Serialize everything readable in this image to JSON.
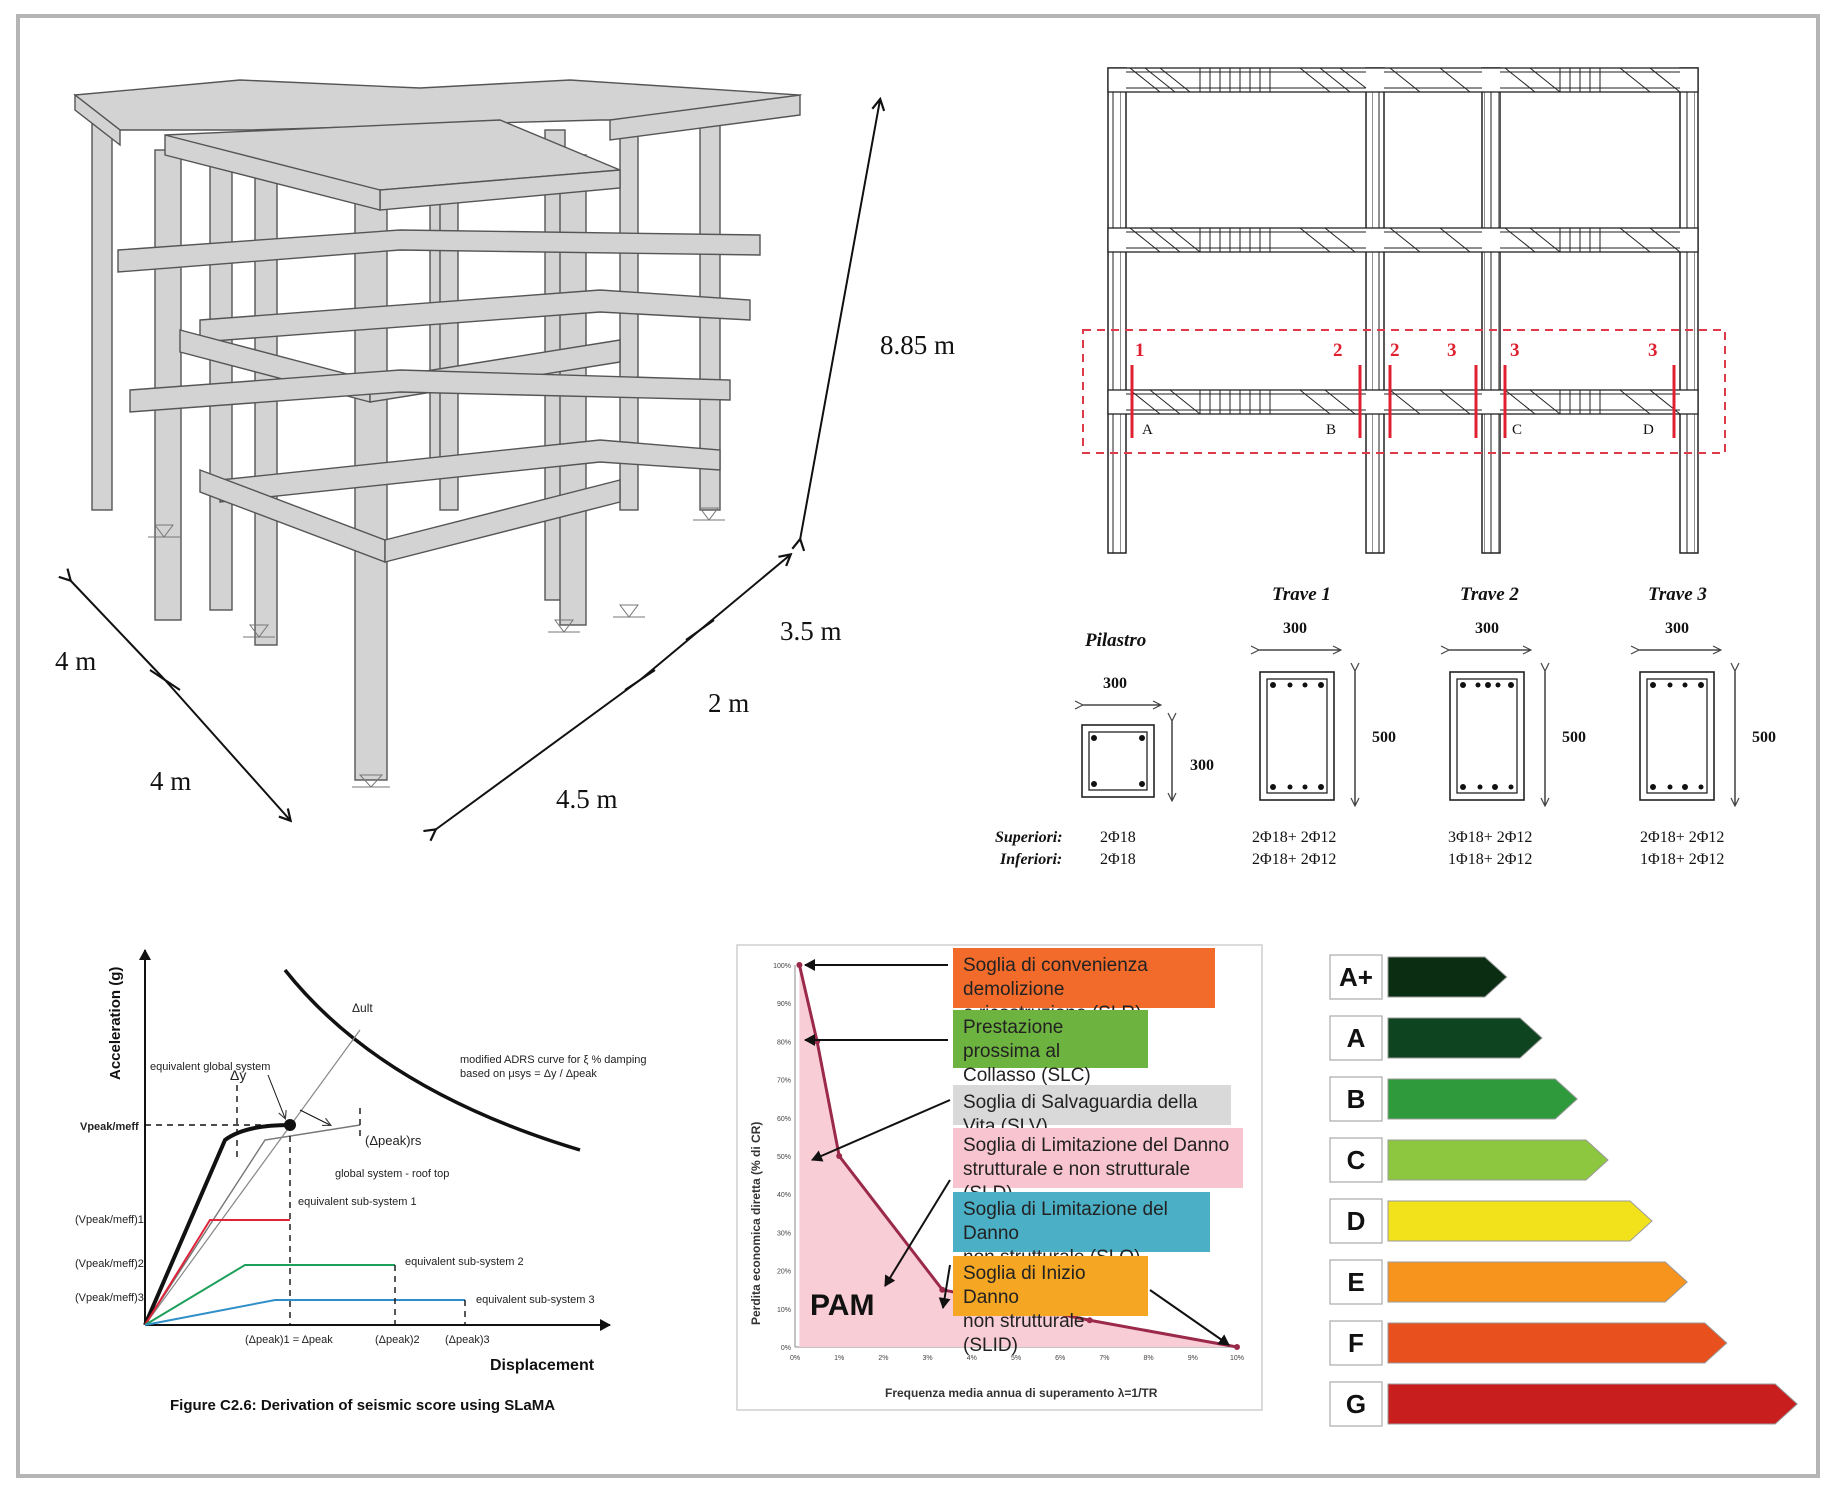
{
  "frame_3d": {
    "dims": {
      "height": "8.85 m",
      "a": "4 m",
      "b": "4 m",
      "c": "3.5 m",
      "d": "2 m",
      "e": "4.5 m"
    }
  },
  "frame_2d": {
    "section_numbers": [
      "1",
      "2",
      "2",
      "3",
      "3",
      "3"
    ],
    "node_labels": [
      "A",
      "B",
      "C",
      "D"
    ]
  },
  "sections": {
    "pilastro": {
      "title": "Pilastro",
      "width": "300",
      "height": "300"
    },
    "trave1": {
      "title": "Trave 1",
      "width": "300",
      "height": "500"
    },
    "trave2": {
      "title": "Trave 2",
      "width": "300",
      "height": "500"
    },
    "trave3": {
      "title": "Trave 3",
      "width": "300",
      "height": "500"
    },
    "row_labels": {
      "top": "Superiori:",
      "bottom": "Inferiori:"
    },
    "reinf": {
      "pilastro": {
        "top": "2Φ18",
        "bottom": "2Φ18"
      },
      "trave1": {
        "top": "2Φ18+ 2Φ12",
        "bottom": "2Φ18+ 2Φ12"
      },
      "trave2": {
        "top": "3Φ18+ 2Φ12",
        "bottom": "1Φ18+ 2Φ12"
      },
      "trave3": {
        "top": "2Φ18+ 2Φ12",
        "bottom": "1Φ18+ 2Φ12"
      }
    }
  },
  "slama": {
    "ylabel": "Acceleration (g)",
    "xlabel": "Displacement",
    "caption": "Figure C2.6: Derivation of seismic score using SLaMA",
    "labels": {
      "adrs": "modified ADRS curve for ξ % damping",
      "adrs2": "based on μsys = Δy / Δpeak",
      "eq_global": "equivalent global system",
      "global_roof": "global system - roof top",
      "sub1": "equivalent sub-system 1",
      "sub2": "equivalent sub-system 2",
      "sub3": "equivalent sub-system 3",
      "vpeak": "Vpeak/meff",
      "v1": "(Vpeak/meff)1",
      "v2": "(Vpeak/meff)2",
      "v3": "(Vpeak/meff)3",
      "delta_y": "Δy",
      "delta_ult": "Δult",
      "delta_peak_roof": "(Δpeak)rs",
      "x1": "(Δpeak)1 = Δpeak",
      "x2": "(Δpeak)2",
      "x3": "(Δpeak)3"
    }
  },
  "pam": {
    "ylabel": "Perdita economica diretta (% di CR)",
    "xlabel": "Frequenza media annua di superamento λ=1/TR",
    "area_label": "PAM",
    "y_ticks": [
      "0%",
      "10%",
      "20%",
      "30%",
      "40%",
      "50%",
      "60%",
      "70%",
      "80%",
      "90%",
      "100%"
    ],
    "x_ticks": [
      "0%",
      "1%",
      "2%",
      "3%",
      "4%",
      "5%",
      "6%",
      "7%",
      "8%",
      "9%",
      "10%"
    ],
    "boxes": [
      {
        "text1": "Soglia di convenienza demolizione",
        "text2": "e ricostruzione (SLR)",
        "color": "#f26b2b"
      },
      {
        "text1": "Prestazione prossima al",
        "text2": "Collasso (SLC)",
        "color": "#6db33f"
      },
      {
        "text1": "Soglia di Salvaguardia della Vita (SLV)",
        "text2": "",
        "color": "#d9d9d9"
      },
      {
        "text1": "Soglia di Limitazione del Danno",
        "text2": "strutturale e non strutturale (SLD)",
        "color": "#f7c4cf"
      },
      {
        "text1": "Soglia di Limitazione del Danno",
        "text2": "non strutturale (SLO)",
        "color": "#4bafc6"
      },
      {
        "text1": "Soglia di Inizio Danno",
        "text2": "non strutturale (SLID)",
        "color": "#f5a623"
      }
    ],
    "chart_data": {
      "type": "area",
      "x": [
        0.1,
        0.5,
        1.0,
        3.333,
        6.667,
        10.0
      ],
      "y": [
        100,
        80,
        50,
        15,
        7,
        0
      ],
      "xlim": [
        0,
        10
      ],
      "ylim": [
        0,
        100
      ]
    }
  },
  "energy": {
    "classes": [
      {
        "label": "A+",
        "color": "#0b2e13",
        "frac": 0.22
      },
      {
        "label": "A",
        "color": "#0f4420",
        "frac": 0.3
      },
      {
        "label": "B",
        "color": "#2e9a3c",
        "frac": 0.38
      },
      {
        "label": "C",
        "color": "#8dc63f",
        "frac": 0.45
      },
      {
        "label": "D",
        "color": "#f2e21c",
        "frac": 0.55
      },
      {
        "label": "E",
        "color": "#f7941d",
        "frac": 0.63
      },
      {
        "label": "F",
        "color": "#e8501e",
        "frac": 0.72
      },
      {
        "label": "G",
        "color": "#c81e1e",
        "frac": 0.88
      }
    ]
  }
}
